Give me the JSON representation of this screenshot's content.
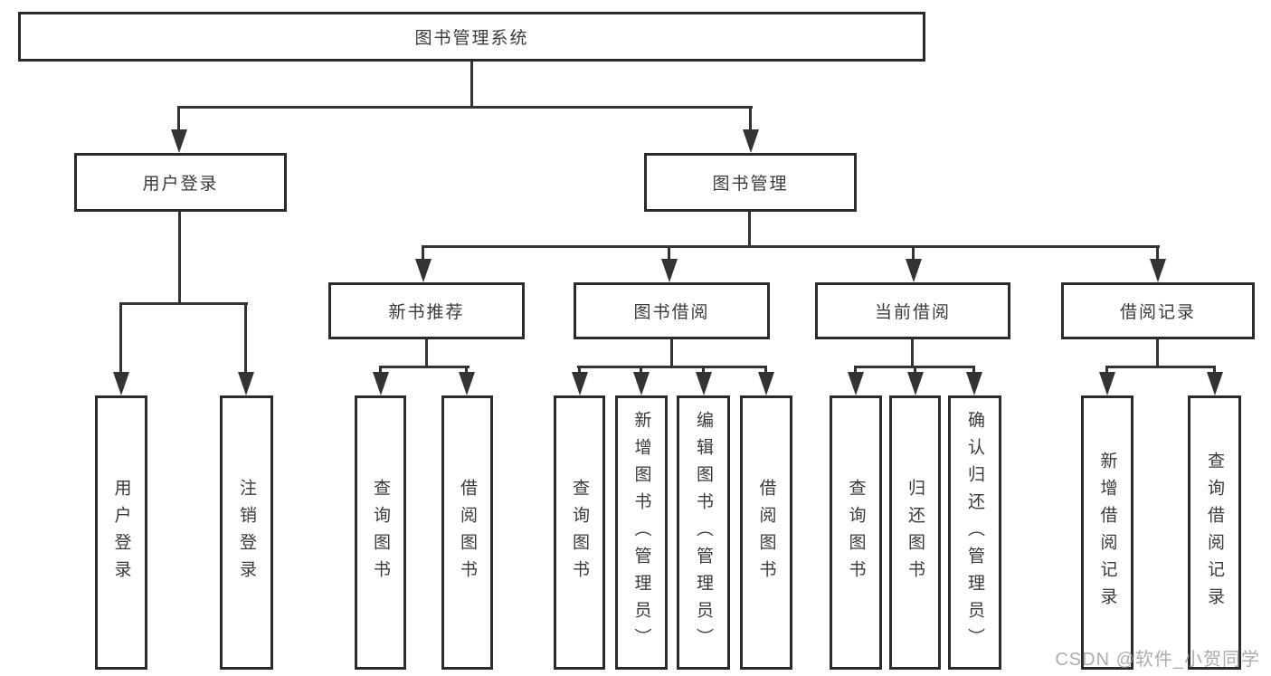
{
  "tree": {
    "root": {
      "label": "图书管理系统"
    },
    "level2": [
      {
        "label": "用户登录"
      },
      {
        "label": "图书管理"
      }
    ],
    "level3": [
      {
        "label": "新书推荐"
      },
      {
        "label": "图书借阅"
      },
      {
        "label": "当前借阅"
      },
      {
        "label": "借阅记录"
      }
    ],
    "leaves": {
      "user_login": [
        {
          "label": "用户登录"
        },
        {
          "label": "注销登录"
        }
      ],
      "new_books": [
        {
          "label": "查询图书"
        },
        {
          "label": "借阅图书"
        }
      ],
      "book_borrow": [
        {
          "label": "查询图书"
        },
        {
          "label": "新增图书（管理员）"
        },
        {
          "label": "编辑图书（管理员）"
        },
        {
          "label": "借阅图书"
        }
      ],
      "current_borrow": [
        {
          "label": "查询图书"
        },
        {
          "label": "归还图书"
        },
        {
          "label": "确认归还（管理员）"
        }
      ],
      "borrow_records": [
        {
          "label": "新增借阅记录"
        },
        {
          "label": "查询借阅记录"
        }
      ]
    }
  },
  "watermark": "CSDN @软件_小贺同学",
  "colors": {
    "line": "#333333",
    "border": "#2b2b2b",
    "text": "#3a3a3a",
    "background": "#ffffff",
    "watermark": "#9e9e9e"
  }
}
